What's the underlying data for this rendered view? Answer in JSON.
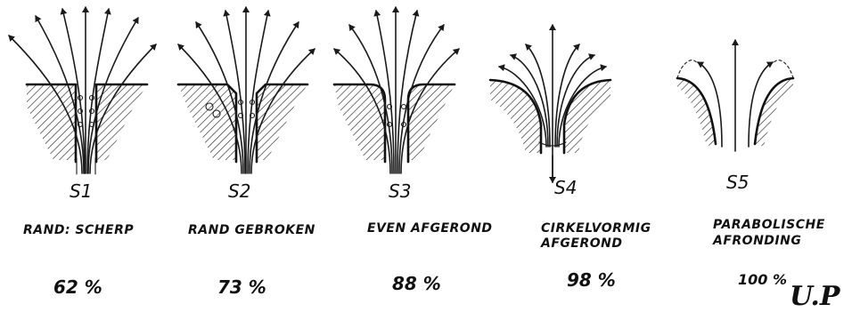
{
  "panels": [
    {
      "code": "S1",
      "caption": [
        "RAND: SCHERP"
      ],
      "efficiency": "62 %"
    },
    {
      "code": "S2",
      "caption": [
        "RAND GEBROKEN"
      ],
      "efficiency": "73 %"
    },
    {
      "code": "S3",
      "caption": [
        "EVEN AFGEROND"
      ],
      "efficiency": "88 %"
    },
    {
      "code": "S4",
      "caption": [
        "CIRKELVORMIG",
        "AFGEROND"
      ],
      "efficiency": "98 %"
    },
    {
      "code": "S5",
      "caption": [
        "PARABOLISCHE",
        "AFRONDING"
      ],
      "efficiency": "100 %"
    }
  ],
  "signature": "U.P"
}
